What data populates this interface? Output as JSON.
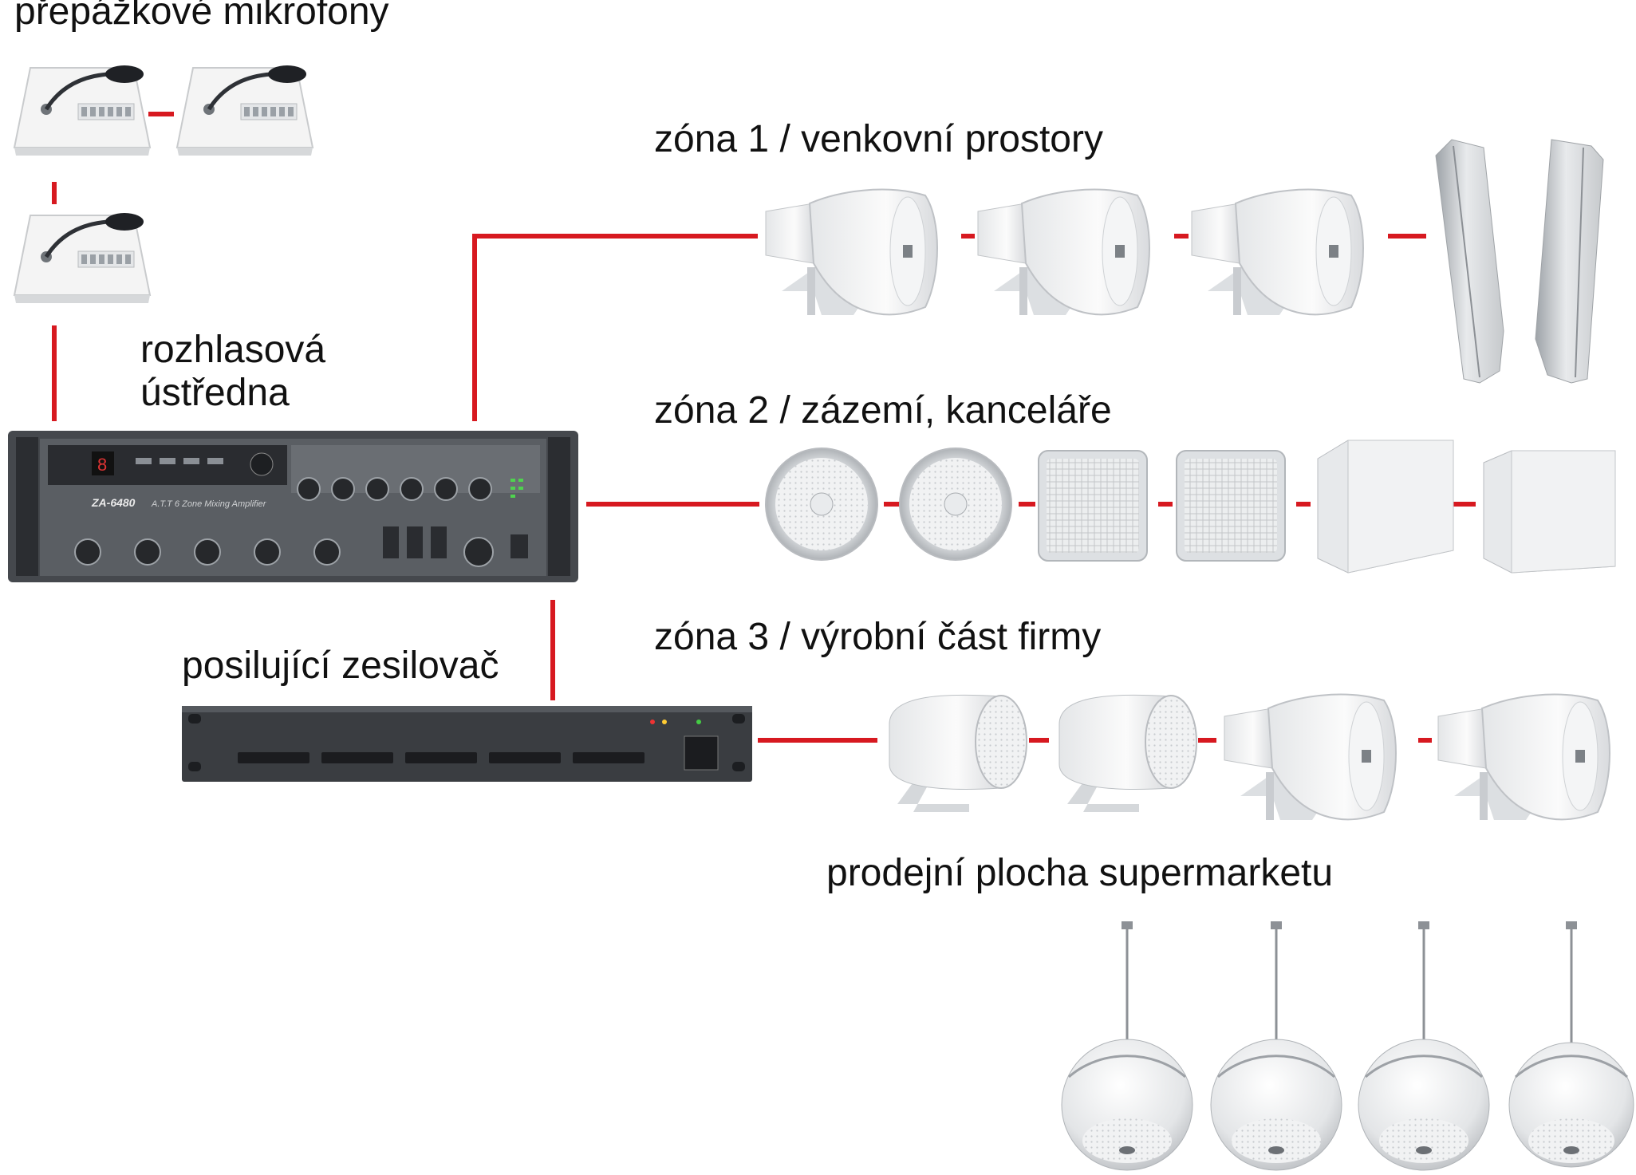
{
  "labels": {
    "microphones": "přepážkové mikrofony",
    "central_line1": "rozhlasová",
    "central_line2": "ústředna",
    "booster": "posilující zesilovač",
    "zone1": "zóna 1 / venkovní prostory",
    "zone2": "zóna 2 / zázemí, kanceláře",
    "zone3": "zóna 3 / výrobní část firmy",
    "supermarket": "prodejní plocha supermarketu"
  },
  "colors": {
    "connection": "#d71920",
    "device_body": "#3f4247",
    "speaker_white": "#f2f3f4"
  },
  "devices": {
    "amplifier_model": "ZA-6480",
    "amplifier_desc": "A.T.T 6 Zone Mixing Amplifier"
  }
}
